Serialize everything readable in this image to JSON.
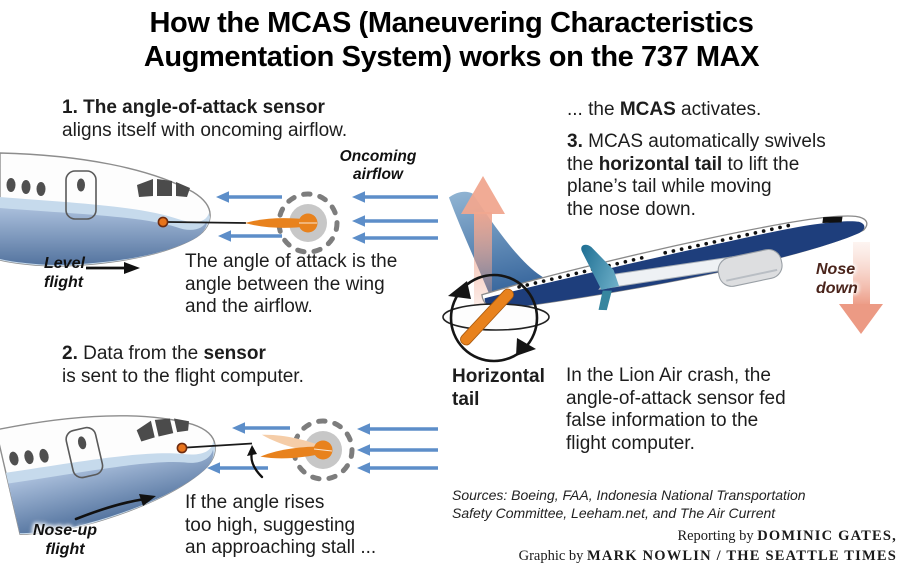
{
  "title": "How the MCAS (Maneuvering Characteristics\nAugmentation System) works on the 737 MAX",
  "step1": {
    "heading_line1": "1. The angle-of-attack sensor",
    "heading_line2": "aligns itself with oncoming airflow.",
    "oncoming_airflow_label": "Oncoming\nairflow",
    "level_flight_label": "Level\nflight",
    "aoa_definition": "The angle of attack is the\nangle between the wing\nand the airflow."
  },
  "step2": {
    "heading_num": "2.",
    "heading_mid": " Data from the ",
    "heading_bold": "sensor",
    "heading_line2": "is sent to the flight computer.",
    "nose_up_flight_label": "Nose-up\nflight",
    "stall_note": "If the angle rises\ntoo high, suggesting\nan approaching stall ..."
  },
  "mcas_activates": {
    "pre": "... the ",
    "bold": "MCAS",
    "post": " activates."
  },
  "step3": {
    "num": "3.",
    "seg1": " MCAS automatically swivels\nthe ",
    "bold": "horizontal tail",
    "seg2": " to lift the\nplane’s tail while moving\nthe nose down.",
    "horizontal_tail_label": "Horizontal\ntail",
    "nose_down_label": "Nose\ndown",
    "lion_air_note": "In the Lion Air crash, the\nangle-of-attack sensor fed\nfalse information to the\nflight computer."
  },
  "footer": {
    "sources": "Sources: Boeing, FAA, Indonesia National Transportation\nSafety Committee, Leeham.net, and The Air Current",
    "reporting_pre": "Reporting by ",
    "reporting_name": "DOMINIC GATES,",
    "graphic_pre": "Graphic by ",
    "graphic_name": "MARK NOWLIN / THE SEATTLE TIMES"
  },
  "colors": {
    "sensor_orange": "#e8821d",
    "airflow_blue": "#5d8ec9",
    "lift_salmon": "#f0a68f",
    "fuselage_navy": "#1e3e7c",
    "nose_down_text": "#4a241b"
  },
  "icons": {
    "airflow_arrow_icon": "left-pointing blue arrow",
    "level_flight_arrow_icon": "right-pointing black arrow",
    "nose_up_arrow_icon": "curved up-right black arrow",
    "sensor_rotation_arrow_icon": "curved black arrow, vane rotating up",
    "tail_lift_arrow_icon": "large salmon up arrow",
    "nose_down_arrow_icon": "large salmon down arrow",
    "tail_rotation_circle_icon": "circular rotation arrows around horizontal tail"
  }
}
